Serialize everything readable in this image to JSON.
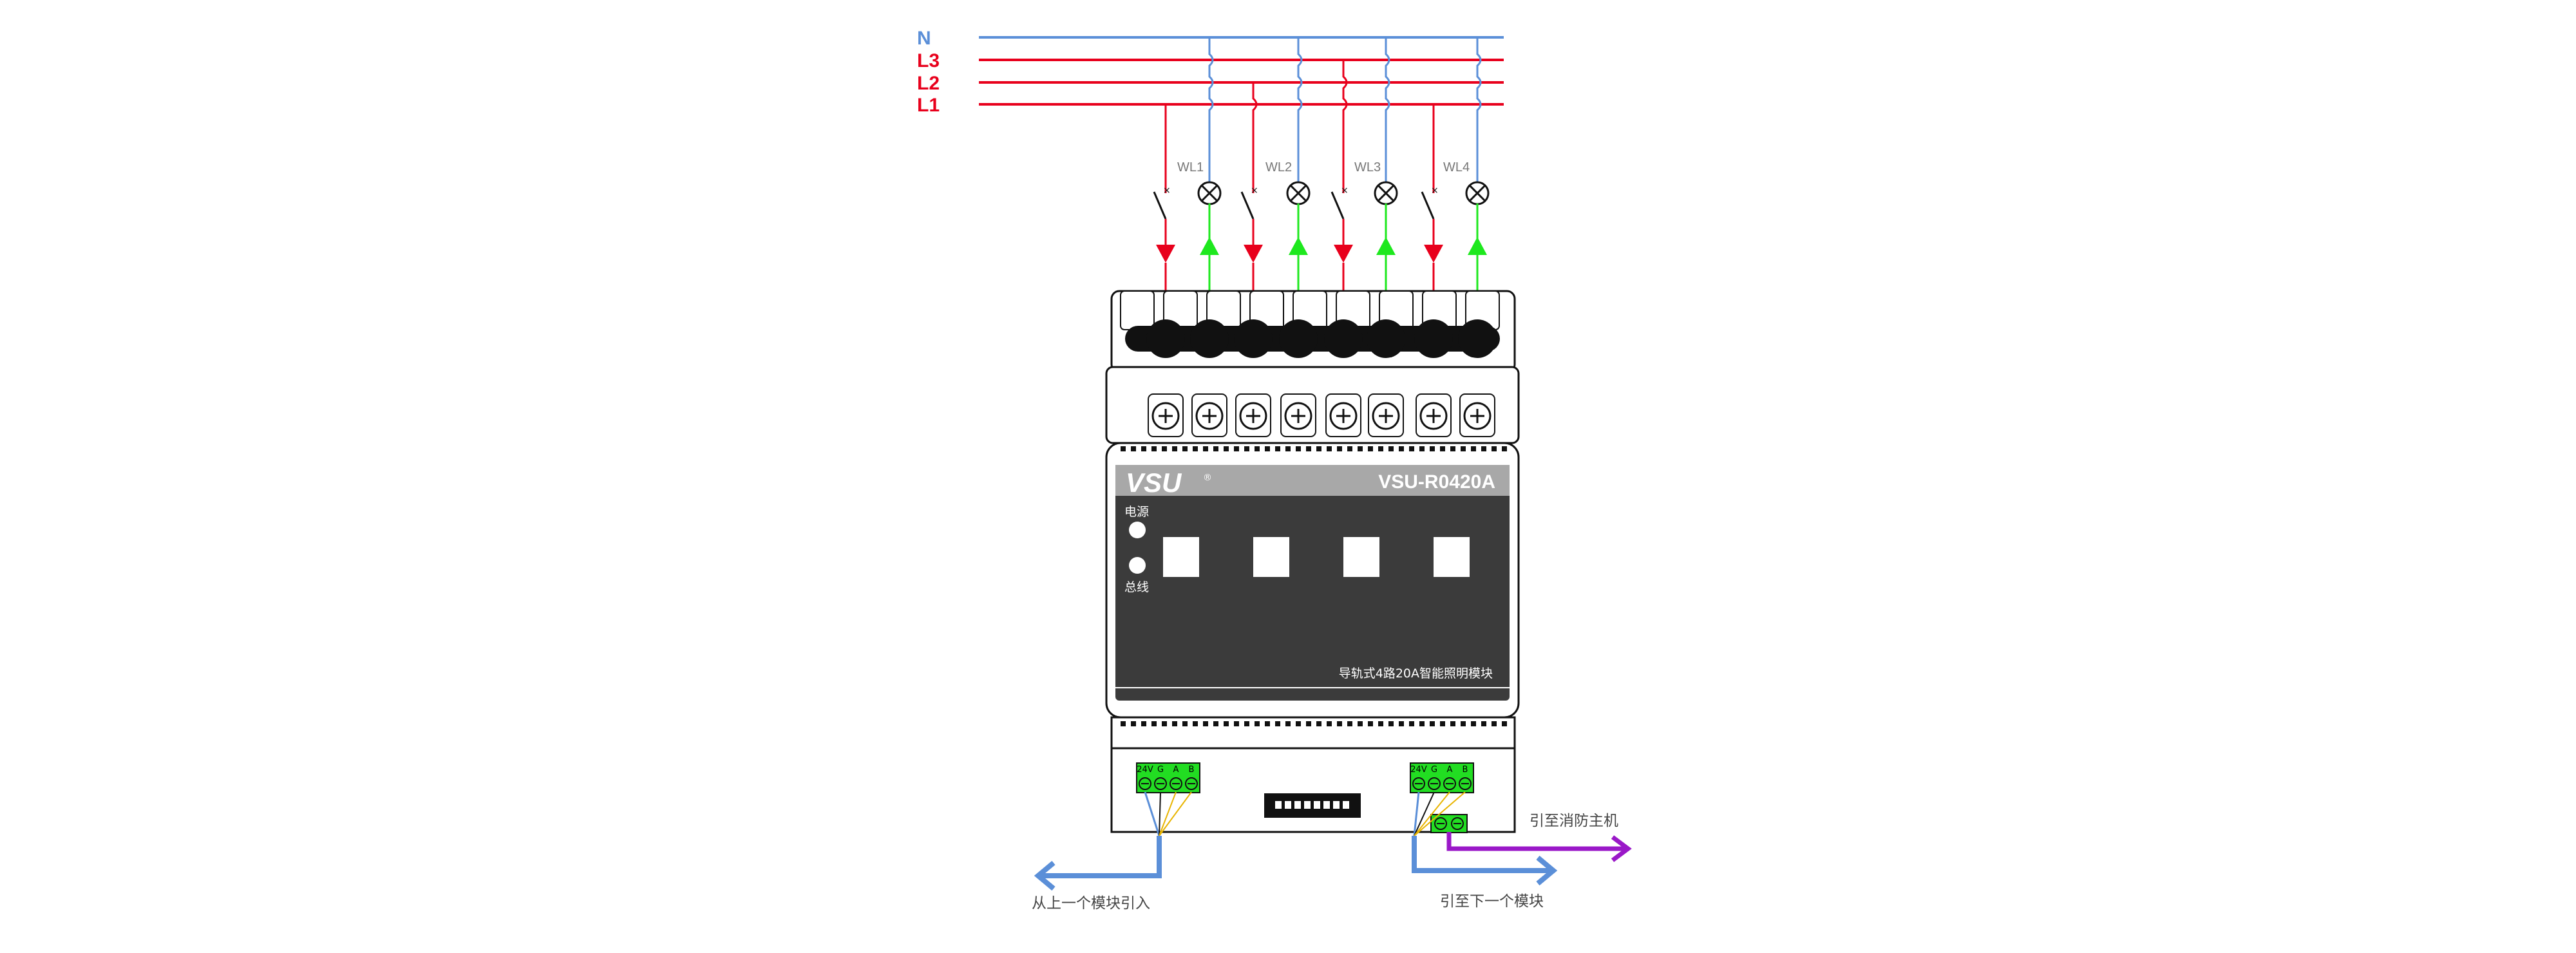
{
  "phases": [
    {
      "label": "N",
      "color": "#5b8fd8"
    },
    {
      "label": "L3",
      "color": "#e8001c"
    },
    {
      "label": "L2",
      "color": "#e8001c"
    },
    {
      "label": "L1",
      "color": "#e8001c"
    }
  ],
  "circuits": [
    {
      "label": "WL1"
    },
    {
      "label": "WL2"
    },
    {
      "label": "WL3"
    },
    {
      "label": "WL4"
    }
  ],
  "module": {
    "brand": "VSU",
    "registered": "®",
    "model": "VSU-R0420A",
    "power_label": "电源",
    "bus_label": "总线",
    "description": "导轨式4路20A智能照明模块"
  },
  "bus_terminals": {
    "labels": [
      "24V",
      "G",
      "A",
      "B"
    ]
  },
  "annotations": {
    "from_previous": "从上一个模块引入",
    "to_next": "引至下一个模块",
    "to_fire_host": "引至消防主机"
  },
  "colors": {
    "neutral": "#5b8fd8",
    "live": "#e8001c",
    "load_return": "#1ee81e",
    "panel_dark": "#3b3b3b",
    "header_gray": "#a8a8a8",
    "terminal_green": "#22dd22",
    "fire_link": "#9a18c8"
  }
}
